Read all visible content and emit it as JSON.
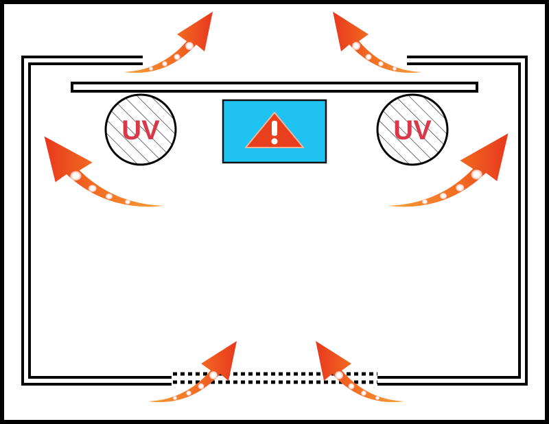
{
  "diagram": {
    "uv_lamps": [
      {
        "label": "UV"
      },
      {
        "label": "UV"
      }
    ],
    "warning_panel": {
      "icon": "warning-triangle-icon",
      "color": "#1fc3f2"
    },
    "airflow_arrows": {
      "count": 6,
      "color_start": "#f7941d",
      "color_end": "#e8381e"
    },
    "colors": {
      "uv_text": "#d8394a",
      "panel": "#1fc3f2",
      "frame": "#000000"
    }
  }
}
